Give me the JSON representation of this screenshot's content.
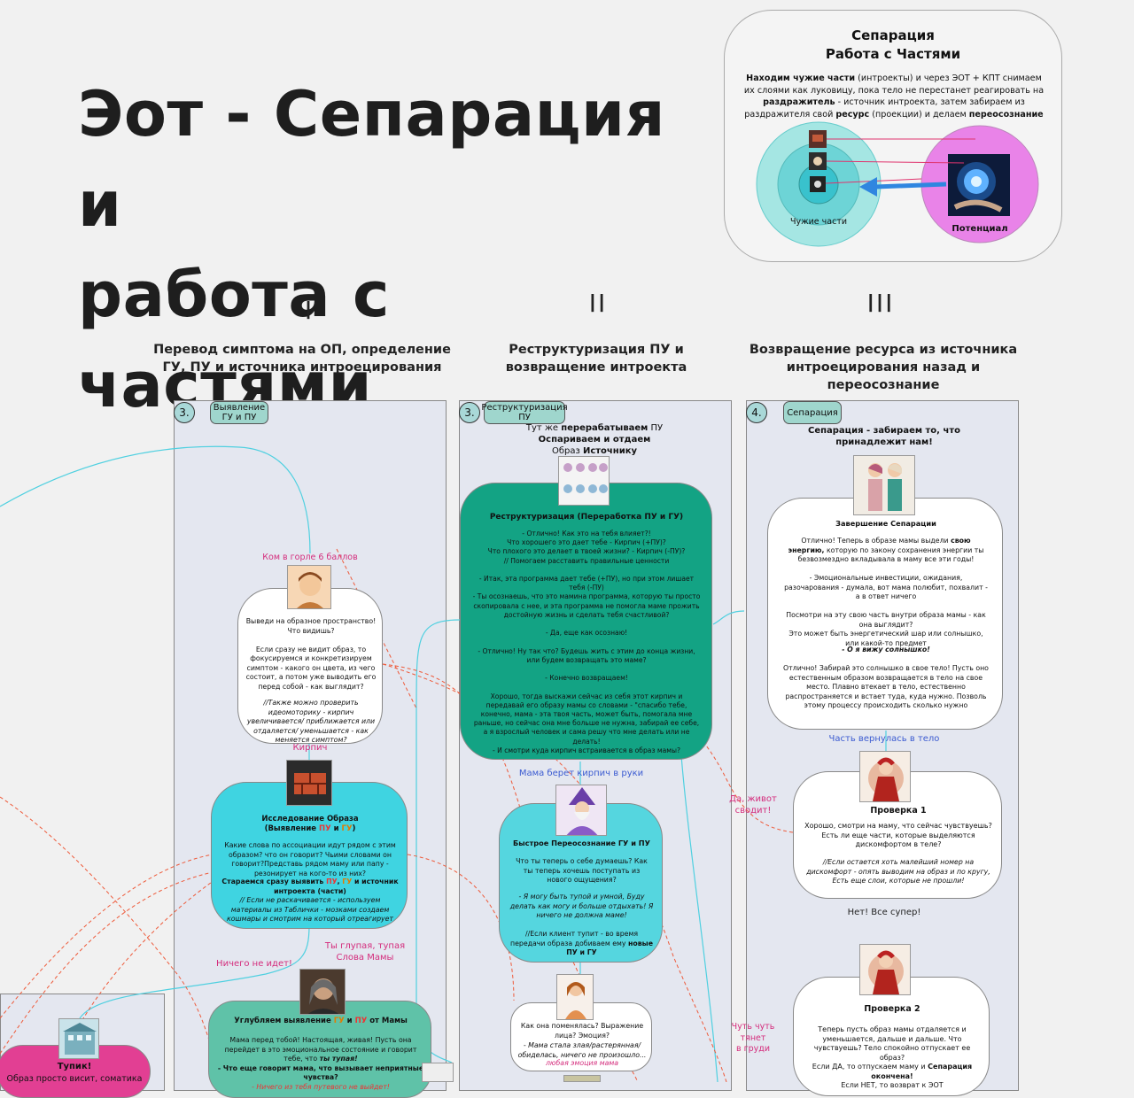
{
  "title": "Эот - Сепарация и\nработа с частями",
  "summary": {
    "title": "Сепарация\nРабота с Частями",
    "desc_b1": "Находим чужие части",
    "desc_t1": " (интроекты) и через ЭОТ + КПТ снимаем их слоями как луковицу, пока тело не перестанет реагировать на ",
    "desc_b2": "раздражитель",
    "desc_t2": " - источник интроекта, затем забираем из раздражителя свой ",
    "desc_b3": "ресурс",
    "desc_t3": " (проекции) и делаем ",
    "desc_b4": "переосознание",
    "left_label": "Чужие части",
    "right_label": "Потенциал",
    "colors": {
      "outer": "#a5e6e3",
      "middle": "#6dd4d6",
      "inner": "#39c2cd",
      "potential": "#e983e8",
      "arrow": "#2f86e0",
      "lines": "#e0346e"
    }
  },
  "stages": [
    {
      "numeral": "I",
      "desc": "Перевод симптома на ОП, определение ГУ, ПУ и источника интроецирования"
    },
    {
      "numeral": "II",
      "desc": "Реструктуризация ПУ и возвращение интроекта"
    },
    {
      "numeral": "III",
      "desc": "Возвращение ресурса из источника интроецирования назад и переосознание"
    }
  ],
  "columns": [
    {
      "num": "3.",
      "tag": "Выявление ГУ и ПУ"
    },
    {
      "num": "3.",
      "tag": "Реструктуризация ПУ"
    },
    {
      "num": "4.",
      "tag": "Сепарация"
    }
  ],
  "col1": {
    "label_top": "Ком в горле 6 баллов",
    "card1": {
      "body1": "Выведи на образное пространство! Что видишь?\n\nЕсли сразу не видит образ, то фокусируемся и конкретизируем симптом - какого он цвета, из чего состоит, а потом уже выводить его перед собой - как выглядит?",
      "body2": "//Также можно проверить идеомоторику - кирпич увеличивается/ приближается или отдаляется/ уменьшается - как меняется симптом?"
    },
    "label_brick": "Кирпич",
    "card2": {
      "title_a": "Исследование Образа",
      "title_b1": "(Выявление ",
      "pu": "ПУ",
      "and": " и ",
      "gu": "ГУ",
      "title_b2": ")",
      "body": "Какие слова по ассоциации идут рядом с этим образом? что он говорит? Чьими словами он говорит?Представь рядом маму или папу - резонирует на кого-то из них?",
      "bold1": "Стараемся сразу выявить ",
      "bold_pu": "ПУ",
      "bold_c": ", ",
      "bold_gu": "ГУ",
      "bold2": " и источник интроекта (части)",
      "italic": "// Если не раскачивается - используем материалы из Таблички - мозками создаем кошмары и смотрим на который отреагирует"
    },
    "label_dead": "Ничего не идет!",
    "label_stupid": "Ты глупая, тупая\nСлова Мамы",
    "card3": {
      "title_a": "Углубляем выявление ",
      "gu": "ГУ",
      "and": " и ",
      "pu": "ПУ",
      "title_b": " от Мамы",
      "body_a": "Мама перед тобой! Настоящая, живая! Пусть она перейдет в это эмоциональное состояние и говорит тебе, что ",
      "body_b": "ты тупая!",
      "body_c": "- Что еще говорит мама, что вызывает неприятные чувства?",
      "body_d": "- Ничего из тебя путевого не выйдет!"
    },
    "dead_end": {
      "title": "Тупик!",
      "body": "Образ просто висит, соматика"
    }
  },
  "col2": {
    "intro_a": "Тут же ",
    "intro_b": "перерабатываем",
    "intro_c": " ПУ",
    "intro_d": "Оспариваем и отдаем",
    "intro_e": "Образ ",
    "intro_f": "Источнику",
    "card1": {
      "title": "Реструктуризация (Переработка ПУ и ГУ)",
      "body": "- Отлично! Как это на тебя влияет?!\nЧто хорошего это дает тебе - Кирпич (+ПУ)?\nЧто плохого это делает в твоей жизни? - Кирпич (-ПУ)?\n// Помогаем расставить правильные ценности\n\n- Итак, эта программа дает тебе (+ПУ), но при этом лишает тебя (-ПУ)\n- Ты осознаешь, что это мамина программа, которую ты просто скопировала с нее, и эта программа не помогла маме прожить достойную жизнь и сделать тебя счастливой?\n\n- Да, еще как осознаю!\n\n- Отлично! Ну так что? Будешь жить с этим до конца жизни, или будем возвращать это маме?\n\n- Конечно возвращаем!\n\nХорошо, тогда выскажи сейчас из себя этот кирпич и передавай его образу мамы со словами - \"спасибо тебе, конечно, мама - эта твоя часть, может быть, помогала мне раньше, но сейчас она мне больше не нужна, забирай ее себе, а я взрослый человек и сама решу что мне делать или не делать!\n- И смотри куда кирпич встраивается в образ мамы?"
    },
    "label_mom": "Мама берет кирпич в руки",
    "card2": {
      "title": "Быстрое Переосознание ГУ и ПУ",
      "body1": "Что ты теперь о себе думаешь? Как ты теперь хочешь поступать из нового ощущения?",
      "body2": "- Я могу быть тупой и умной, Буду делать как могу и больше отдыхать! Я ничего не должна маме!",
      "body3a": "//Если клиент тупит - во время передачи образа добиваем ему ",
      "body3b": "новые ПУ и ГУ"
    },
    "card3": {
      "body1": "Как она поменялась? Выражение лица? Эмоция?",
      "body2": "- Мама стала злая/растерянная/ обиделась, ничего не произошло...",
      "body3": "любая эмоция мама"
    }
  },
  "col3": {
    "intro": "Сепарация - забираем то, что принадлежит нам!",
    "card1": {
      "title": "Завершение Сепарации",
      "body_a": "Отлично! Теперь в образе мамы выдели ",
      "body_b": "свою энергию,",
      "body_c": " которую по закону сохранения энергии ты безвозмездно вкладывала в маму все эти годы!\n\n- Эмоциональные инвестиции, ожидания, разочарования - думала, вот мама полюбит, похвалит - а в ответ ничего\n\nПосмотри на эту свою часть внутри образа мамы - как она выглядит?\nЭто может быть энергетический шар или солнышко, или какой-то предмет",
      "body_d": "- О я вижу солнышко!",
      "body_e": "Отлично! Забирай это солнышко в свое тело! Пусть оно естественным образом возвращается в тело на свое место. Плавно втекает в тело, естественно распространяется и встает туда, куда нужно. Позволь этому процессу происходить сколько нужно"
    },
    "label_back": "Часть вернулась в тело",
    "label_yes": "Да, живот\nсводит!",
    "card2": {
      "title": "Проверка 1",
      "body1": "Хорошо, смотри на маму, что сейчас чувствуешь? Есть ли еще части, которые выделяются дискомфортом в теле?",
      "body2": "//Если остается хоть малейший номер на дискомфорт - опять выводим на образ и по кругу, Есть еще слои, которые не прошли!"
    },
    "label_no": "Нет! Все супер!",
    "label_pull": "Чуть чуть тянет\nв груди",
    "card3": {
      "title": "Проверка 2",
      "body1": "Теперь пусть образ мамы отдаляется и уменьшается, дальше и дальше. Что чувствуешь? Тело спокойно отпускает ее образ?",
      "body2a": "Если ДА, то отпускаем маму и ",
      "body2b": "Сепарация окончена!",
      "body3": "Если НЕТ, то возврат к ЭОТ"
    }
  }
}
